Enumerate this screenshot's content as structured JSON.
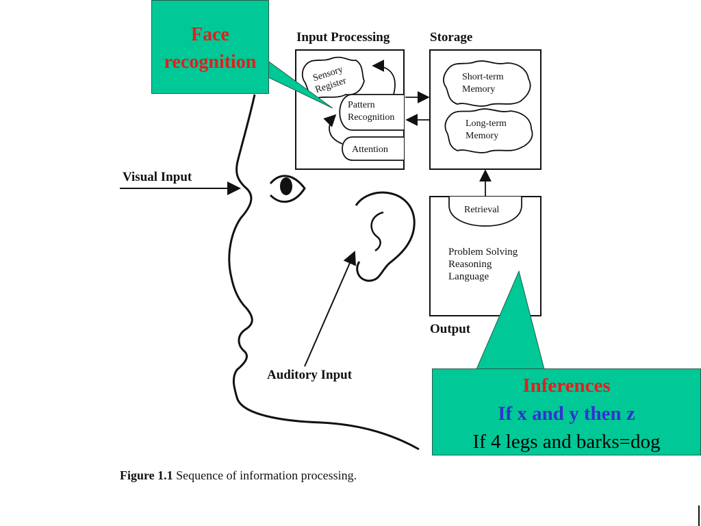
{
  "diagram": {
    "sections": {
      "input_processing": "Input Processing",
      "storage": "Storage",
      "output": "Output"
    },
    "boxes": {
      "sensory_register": [
        "Sensory",
        "Register"
      ],
      "pattern_recognition": [
        "Pattern",
        "Recognition"
      ],
      "attention": "Attention",
      "short_term_memory": [
        "Short-term",
        "Memory"
      ],
      "long_term_memory": [
        "Long-term",
        "Memory"
      ],
      "retrieval": "Retrieval",
      "output_functions": [
        "Problem Solving",
        "Reasoning",
        "Language"
      ]
    },
    "inputs": {
      "visual": "Visual Input",
      "auditory": "Auditory Input"
    },
    "caption": {
      "label": "Figure 1.1",
      "text": "Sequence of information processing."
    }
  },
  "callouts": {
    "face": [
      "Face",
      "recognition"
    ],
    "inferences": {
      "title": "Inferences",
      "rule": "If x and y then z",
      "example": "If 4 legs and barks=dog"
    }
  },
  "colors": {
    "callout_fill": "#00c896",
    "callout_red": "#e0201e",
    "callout_blue": "#3033d0"
  }
}
